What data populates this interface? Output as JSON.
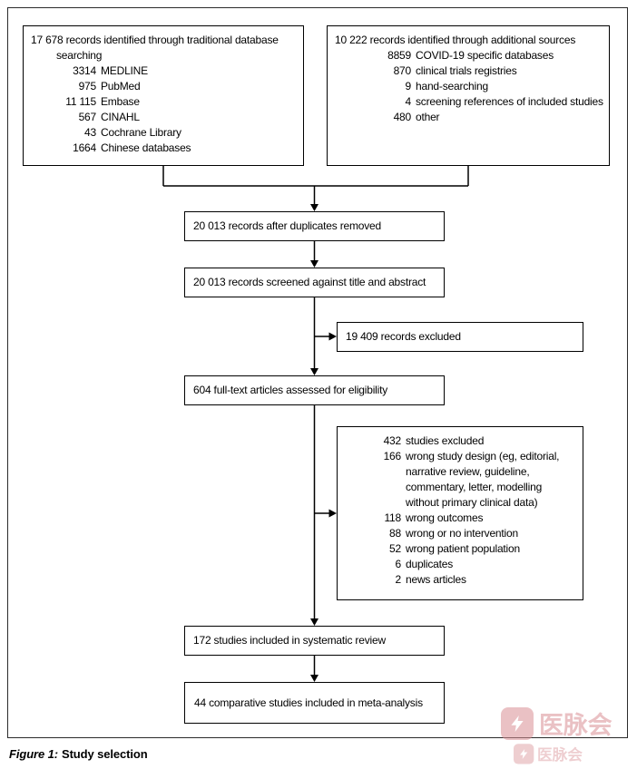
{
  "figure": {
    "caption_label": "Figure 1:",
    "caption_title": "Study selection"
  },
  "boxes": {
    "traditional": {
      "title": "17 678 records identified through traditional database searching",
      "items": [
        {
          "num": "3314",
          "label": "MEDLINE"
        },
        {
          "num": "975",
          "label": "PubMed"
        },
        {
          "num": "11 115",
          "label": "Embase"
        },
        {
          "num": "567",
          "label": "CINAHL"
        },
        {
          "num": "43",
          "label": "Cochrane Library"
        },
        {
          "num": "1664",
          "label": "Chinese databases"
        }
      ]
    },
    "additional": {
      "title": "10 222 records identified through additional sources",
      "items": [
        {
          "num": "8859",
          "label": "COVID-19 specific databases"
        },
        {
          "num": "870",
          "label": "clinical trials registries"
        },
        {
          "num": "9",
          "label": "hand-searching"
        },
        {
          "num": "4",
          "label": "screening references of included studies"
        },
        {
          "num": "480",
          "label": "other"
        }
      ]
    },
    "duplicates_removed": "20 013 records after duplicates removed",
    "screened": "20 013 records screened against title and abstract",
    "records_excluded": "19 409 records excluded",
    "fulltext": "604 full-text articles assessed for eligibility",
    "studies_excluded": {
      "items": [
        {
          "num": "432",
          "label": "studies excluded"
        },
        {
          "num": "166",
          "label": "wrong study design (eg, editorial, narrative review, guideline, commentary, letter, modelling without primary clinical data)"
        },
        {
          "num": "118",
          "label": "wrong outcomes"
        },
        {
          "num": "88",
          "label": "wrong or no intervention"
        },
        {
          "num": "52",
          "label": "wrong patient population"
        },
        {
          "num": "6",
          "label": "duplicates"
        },
        {
          "num": "2",
          "label": "news articles"
        }
      ]
    },
    "systematic_review": "172 studies included in systematic review",
    "meta_analysis": "44 comparative studies included in meta-analysis"
  },
  "watermark": {
    "text": "医脉会"
  },
  "colors": {
    "border": "#000000",
    "text": "#000000",
    "watermark": "#d98f95"
  }
}
